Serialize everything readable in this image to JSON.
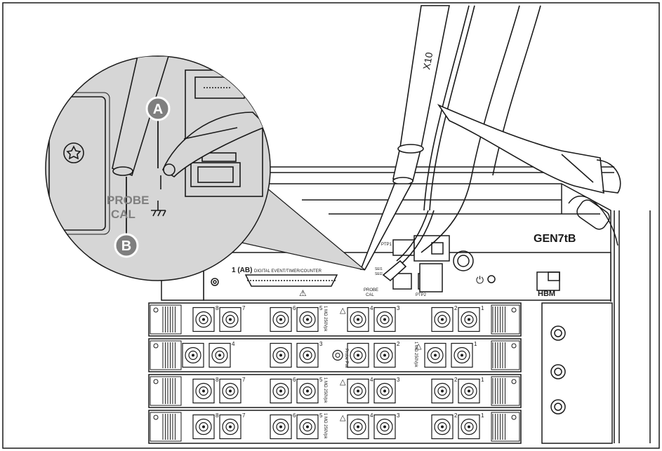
{
  "callouts": {
    "a_letter": "A",
    "b_letter": "B"
  },
  "magnifier": {
    "probe_label": "PROBE",
    "cal_label": "CAL"
  },
  "probe": {
    "tip_label": "X10"
  },
  "device": {
    "brand": "GEN7tB",
    "maker": "HBM",
    "port_ab_label": "1 (AB)",
    "port_desc": "DIGITAL EVENT/TIMER/COUNTER",
    "ptp1_label": "PTP1",
    "ptp2_label": "PTP2",
    "probe_label": "PROBE",
    "cal_label": "CAL",
    "sei1_label": "SEI1",
    "sei2_label": "SEI2",
    "power_glyph": "⏻"
  },
  "cards": [
    {
      "rating": "1 MΩ 250Vpk",
      "channels": [
        "8",
        "7",
        "6",
        "5",
        "4",
        "3",
        "2",
        "1"
      ]
    },
    {
      "rating": "1 MΩ 250Vpk",
      "channels": [
        "4",
        "3",
        "2",
        "1"
      ],
      "probe_pwr": "Probe Pwr"
    },
    {
      "rating": "1 MΩ 250Vpk",
      "channels": [
        "8",
        "7",
        "6",
        "5",
        "4",
        "3",
        "2",
        "1"
      ]
    },
    {
      "rating": "1 MΩ 250Vpk",
      "channels": [
        "8",
        "7",
        "6",
        "5",
        "4",
        "3",
        "2",
        "1"
      ]
    }
  ],
  "colors": {
    "line": "#1a1a1a",
    "magnifier_fill": "#d6d6d6",
    "callout_fill": "#7f7f7f",
    "panel_stripe": "#bfbfbf"
  }
}
